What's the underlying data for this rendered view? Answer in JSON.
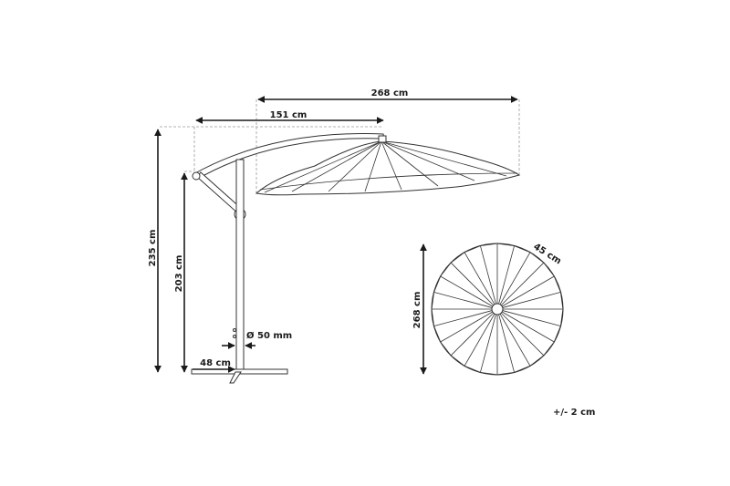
{
  "labels": {
    "canopy_width": "268 cm",
    "arm_reach": "151 cm",
    "total_height": "235 cm",
    "clearance_height": "203 cm",
    "pole_diameter": "Ø 50 mm",
    "base_width": "48 cm",
    "rib_spacing": "45 cm",
    "top_view_diameter": "268 cm",
    "tolerance": "+/- 2 cm"
  },
  "top_view": {
    "rib_count": 24
  },
  "colors": {
    "line": "#1a1a1a",
    "guide": "#999999"
  }
}
